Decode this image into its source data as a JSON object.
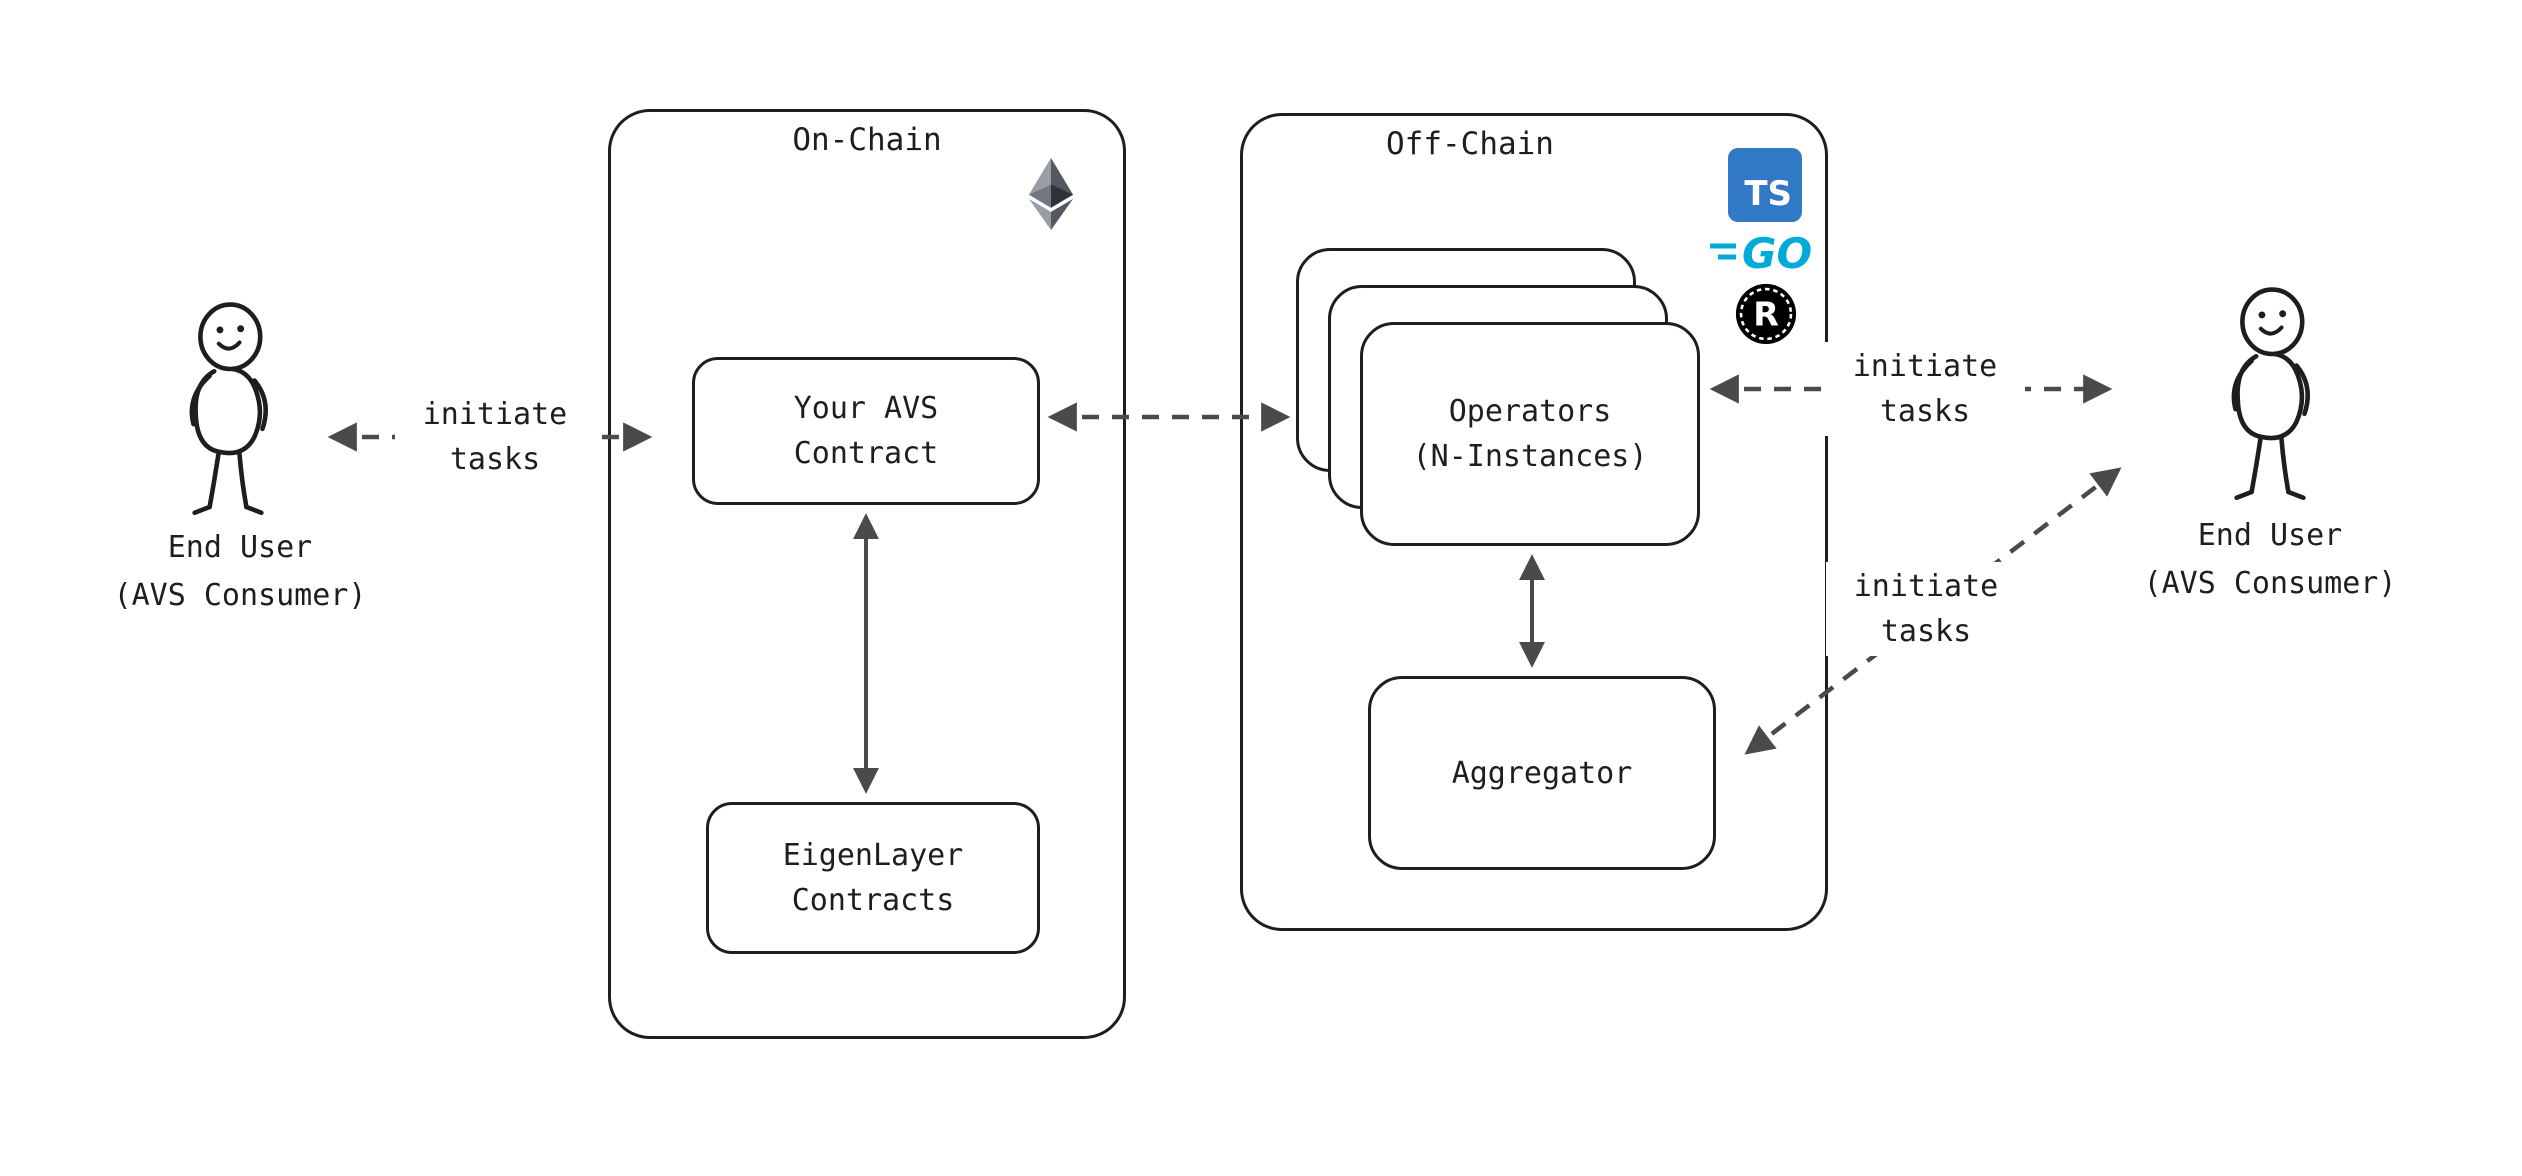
{
  "diagram": {
    "on_chain": {
      "title": "On-Chain",
      "avs_contract": {
        "line1": "Your AVS",
        "line2": "Contract"
      },
      "eigenlayer": {
        "line1": "EigenLayer",
        "line2": "Contracts"
      }
    },
    "off_chain": {
      "title": "Off-Chain",
      "operators": {
        "line1": "Operators",
        "line2": "(N-Instances)"
      },
      "aggregator": {
        "label": "Aggregator"
      }
    },
    "users": {
      "left": {
        "line1": "End User",
        "line2": "(AVS Consumer)"
      },
      "right": {
        "line1": "End User",
        "line2": "(AVS Consumer)"
      }
    },
    "arrows": {
      "left_label": {
        "line1": "initiate",
        "line2": "tasks"
      },
      "right_label": {
        "line1": "initiate",
        "line2": "tasks"
      },
      "diagonal_label": {
        "line1": "initiate",
        "line2": "tasks"
      }
    },
    "icons": {
      "ethereum": "ethereum-logo",
      "typescript": "TS",
      "go": "GO",
      "rust": "R"
    },
    "colors": {
      "background": "#ffffff",
      "stroke": "#1e1e1e",
      "arrow": "#4a4a4a",
      "typescript_blue": "#3178c6",
      "go_cyan": "#00acd7",
      "rust_black": "#000000"
    }
  }
}
